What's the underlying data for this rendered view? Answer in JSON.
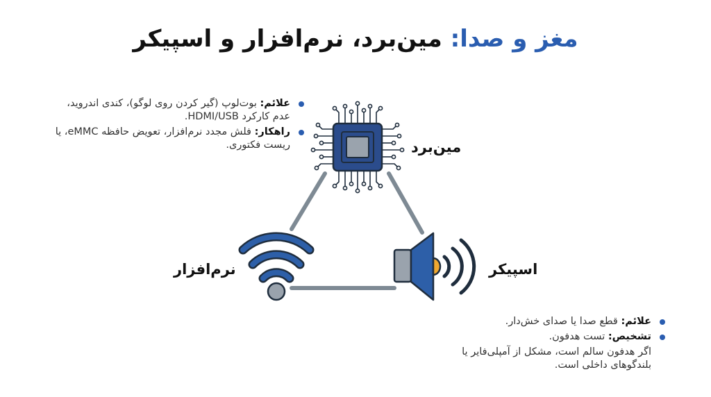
{
  "title": {
    "accent": "مغز و صدا:",
    "rest": "مین‌برد، نرم‌افزار و اسپیکر"
  },
  "nodes": {
    "mainboard": {
      "label": "مین‌برد",
      "icon": "chip-icon"
    },
    "software": {
      "label": "نرم‌افزار",
      "icon": "wifi-icon"
    },
    "speaker": {
      "label": "اسپیکر",
      "icon": "speaker-icon"
    }
  },
  "mainboard_info": {
    "items": [
      {
        "key": "علائم:",
        "text": "بوت‌لوپ (گیر کردن روی لوگو)، کندی اندروید، عدم کارکرد HDMI/USB."
      },
      {
        "key": "راهکار:",
        "text": "فلش مجدد نرم‌افزار، تعویض حافظه eMMC، یا ریست فکتوری."
      }
    ]
  },
  "speaker_info": {
    "items": [
      {
        "key": "علائم:",
        "text": "قطع صدا یا صدای خش‌دار."
      },
      {
        "key": "تشخیص:",
        "text": "تست هدفون."
      }
    ],
    "extra": "اگر هدفون سالم است، مشکل از آمپلی‌فایر یا بلندگوهای داخلی است."
  },
  "colors": {
    "accent": "#2a5db0",
    "chip_body": "#2b4c8c",
    "chip_core": "#9aa3ad",
    "connector": "#7e8a94",
    "speaker_cone": "#2d5fa8",
    "speaker_magnet": "#f0a830",
    "outline": "#1f2d3d"
  }
}
